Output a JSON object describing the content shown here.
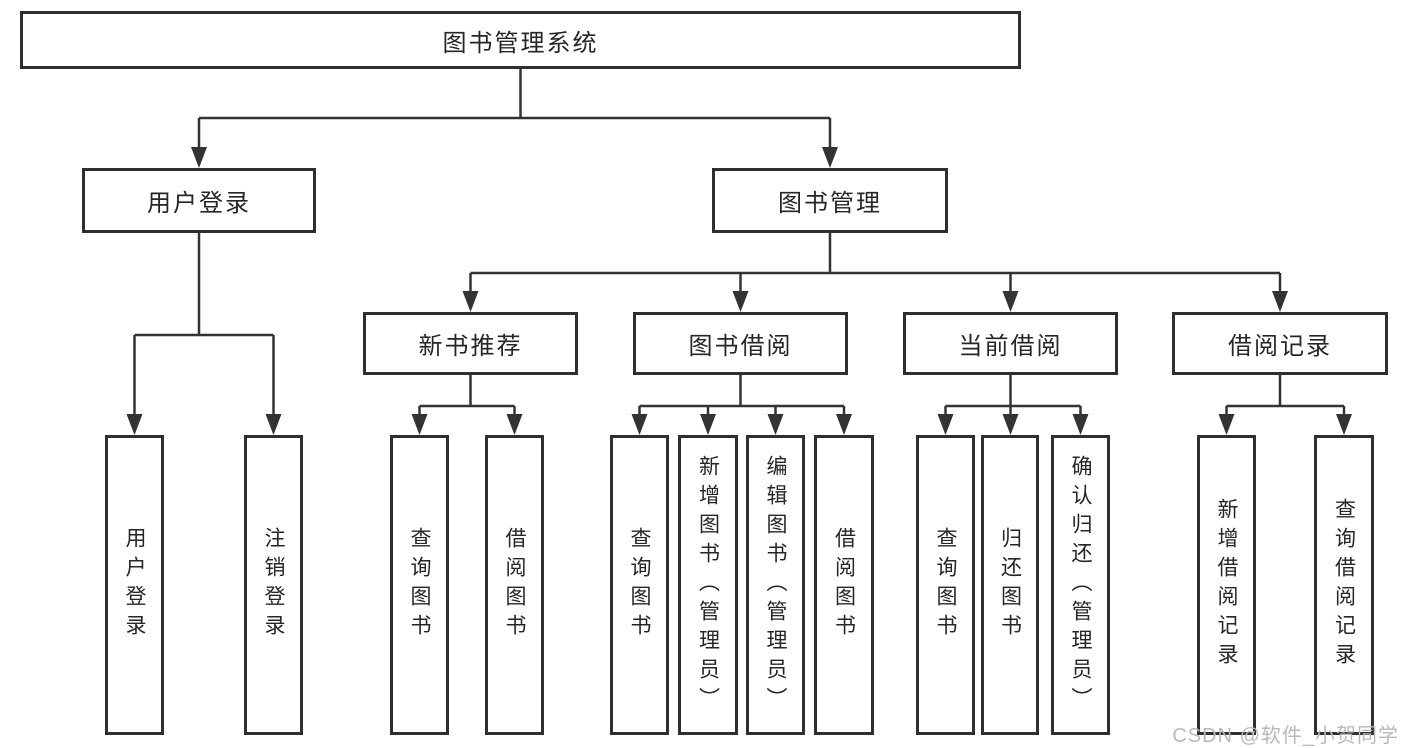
{
  "diagram": {
    "root": {
      "label": "图书管理系统",
      "children": [
        {
          "label": "用户登录",
          "children": [
            {
              "label": "用户登录"
            },
            {
              "label": "注销登录"
            }
          ]
        },
        {
          "label": "图书管理",
          "children": [
            {
              "label": "新书推荐",
              "children": [
                {
                  "label": "查询图书"
                },
                {
                  "label": "借阅图书"
                }
              ]
            },
            {
              "label": "图书借阅",
              "children": [
                {
                  "label": "查询图书"
                },
                {
                  "label": "新增图书（管理员）"
                },
                {
                  "label": "编辑图书（管理员）"
                },
                {
                  "label": "借阅图书"
                }
              ]
            },
            {
              "label": "当前借阅",
              "children": [
                {
                  "label": "查询图书"
                },
                {
                  "label": "归还图书"
                },
                {
                  "label": "确认归还（管理员）"
                }
              ]
            },
            {
              "label": "借阅记录",
              "children": [
                {
                  "label": "新增借阅记录"
                },
                {
                  "label": "查询借阅记录"
                }
              ]
            }
          ]
        }
      ]
    }
  },
  "watermark": "CSDN @软件_小贺同学",
  "colors": {
    "line": "#333333",
    "border": "#2f2f2f",
    "fill": "#ffffff",
    "text": "#262626",
    "watermark": "#b9b9b9",
    "background": "#ffffff"
  }
}
